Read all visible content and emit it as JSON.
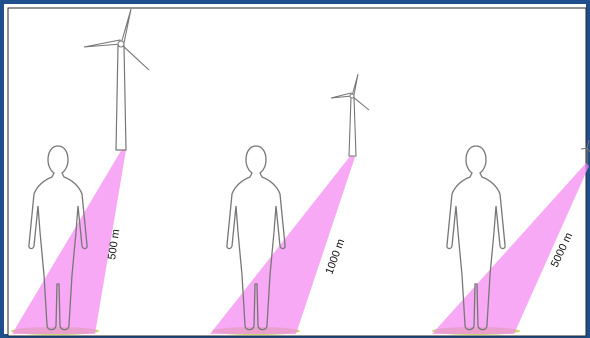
{
  "distances": [
    {
      "label": "500 m"
    },
    {
      "label": "1000 m"
    },
    {
      "label": "5000 m"
    }
  ],
  "colors": {
    "frame": "#1f4e8c",
    "sightline": "#f58cf2",
    "grass": "#c8d86a",
    "outline": "#777777",
    "background": "#ffffff"
  }
}
